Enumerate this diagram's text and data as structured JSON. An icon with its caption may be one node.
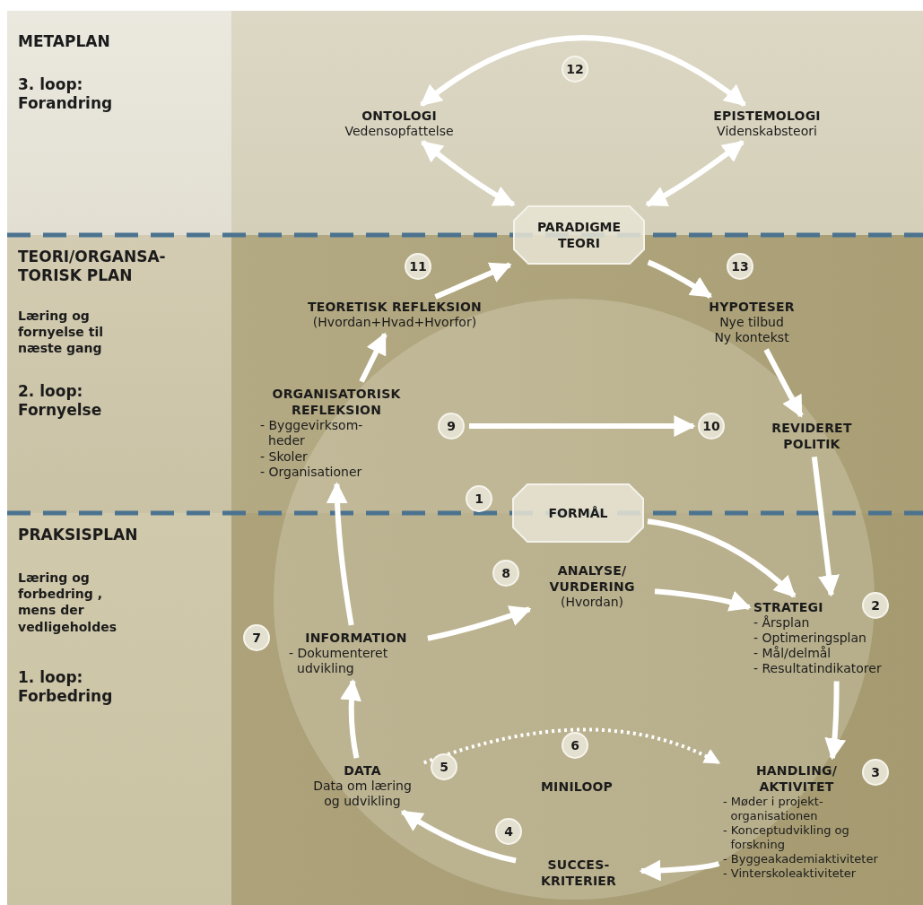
{
  "diagram": {
    "nodes": [
      {
        "text": [
          "12"
        ]
      },
      {
        "text": [
          "ONTOLOGI",
          "Vedensopfattelse"
        ]
      },
      {
        "text": [
          "EPISTEMOLOGI",
          "Videnskabsteori"
        ]
      },
      {
        "text": [
          "PARADIGME TEORI"
        ]
      },
      {
        "text": [
          "11"
        ]
      },
      {
        "text": [
          "13"
        ]
      },
      {
        "text": [
          "TEORETISK REFLEKSION",
          "(Hvordan+Hvad+Hvorfor)"
        ]
      },
      {
        "text": [
          "HYPOTESER",
          "Nye tilbud Ny kontekst"
        ]
      },
      {
        "text": [
          "ORGANISATORISK REFLEKSION",
          "- Byggevirksom- heder",
          "- Skoler",
          "- Organisationer"
        ]
      },
      {
        "text": [
          "9"
        ]
      },
      {
        "text": [
          "10"
        ]
      },
      {
        "text": [
          "REVIDERET POLITIK"
        ]
      },
      {
        "text": [
          "1"
        ]
      },
      {
        "text": [
          "FORMÅL"
        ]
      },
      {
        "text": [
          "8"
        ]
      },
      {
        "text": [
          "ANALYSE/ VURDERING",
          "(Hvordan)"
        ]
      },
      {
        "text": [
          "STRATEGI",
          "- Årsplan",
          "- Optimeringsplan",
          "- Mål/delmål",
          "- Resultatindikatorer"
        ]
      },
      {
        "text": [
          "2"
        ]
      },
      {
        "text": [
          "7"
        ]
      },
      {
        "text": [
          "INFORMATION",
          "- Dokumenteret udvikling"
        ]
      },
      {
        "text": [
          "6"
        ]
      },
      {
        "text": [
          "DATA",
          "Data om læring og udvikling"
        ]
      },
      {
        "text": [
          "5"
        ]
      },
      {
        "text": [
          "MINILOOP"
        ]
      },
      {
        "text": [
          "HANDLING/ AKTIVITET",
          "- Møder i projekt- organisationen",
          "- Konceptudvikling og forskning",
          "- Byggeakademiaktiviteter",
          "- Vinterskoleaktiviteter"
        ]
      },
      {
        "text": [
          "3"
        ]
      },
      {
        "text": [
          "4"
        ]
      },
      {
        "text": [
          "SUCCES- KRITERIER"
        ]
      }
    ],
    "edges": [
      {
        "from": 1,
        "to": 2,
        "arrow": "both"
      },
      {
        "from": 1,
        "to": 3,
        "arrow": "both"
      },
      {
        "from": 2,
        "to": 3,
        "arrow": "both"
      },
      {
        "from": 6,
        "to": 3,
        "arrow": "to"
      },
      {
        "from": 8,
        "to": 6,
        "arrow": "to"
      },
      {
        "from": 3,
        "to": 7,
        "arrow": "to"
      },
      {
        "from": 7,
        "to": 11,
        "arrow": "to"
      },
      {
        "from": 9,
        "to": 10,
        "arrow": "to"
      },
      {
        "from": 11,
        "to": 16,
        "arrow": "to"
      },
      {
        "from": 13,
        "to": 16,
        "arrow": "to"
      },
      {
        "from": 15,
        "to": 16,
        "arrow": "to"
      },
      {
        "from": 19,
        "to": 15,
        "arrow": "to"
      },
      {
        "from": 19,
        "to": 8,
        "arrow": "to"
      },
      {
        "from": 21,
        "to": 19,
        "arrow": "to"
      },
      {
        "from": 16,
        "to": 24,
        "arrow": "to"
      },
      {
        "from": 24,
        "to": 27,
        "arrow": "to"
      },
      {
        "from": 27,
        "to": 21,
        "arrow": "to"
      },
      {
        "from": 21,
        "to": 24,
        "arrow": "to",
        "style": "dashed"
      }
    ],
    "labels": [
      "METAPLAN",
      "3. loop: Forandring",
      "TEORI/ORGANSA- TORISK PLAN",
      "Læring og fornyelse til næste gang",
      "2. loop: Fornyelse",
      "PRAKSISPLAN",
      "Læring og forbedring , mens der vedligeholdes",
      "1. loop: Forbedring"
    ]
  }
}
